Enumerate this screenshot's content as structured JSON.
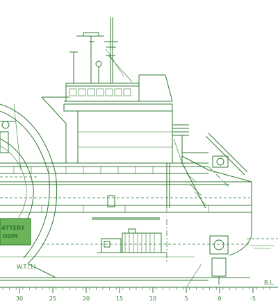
{
  "drawing": {
    "battery_room_label_line1": "ATTERY",
    "battery_room_label_line2": "OOM",
    "frame_scale_labels": [
      "30",
      "25",
      "20",
      "15",
      "10",
      "5",
      "0",
      "-5"
    ],
    "baseline_label": "B.L.",
    "small_tag": "W.T.(1)",
    "colors": {
      "line": "#2f7a2f",
      "room_fill": "#6db35a",
      "background": "#ffffff"
    }
  }
}
